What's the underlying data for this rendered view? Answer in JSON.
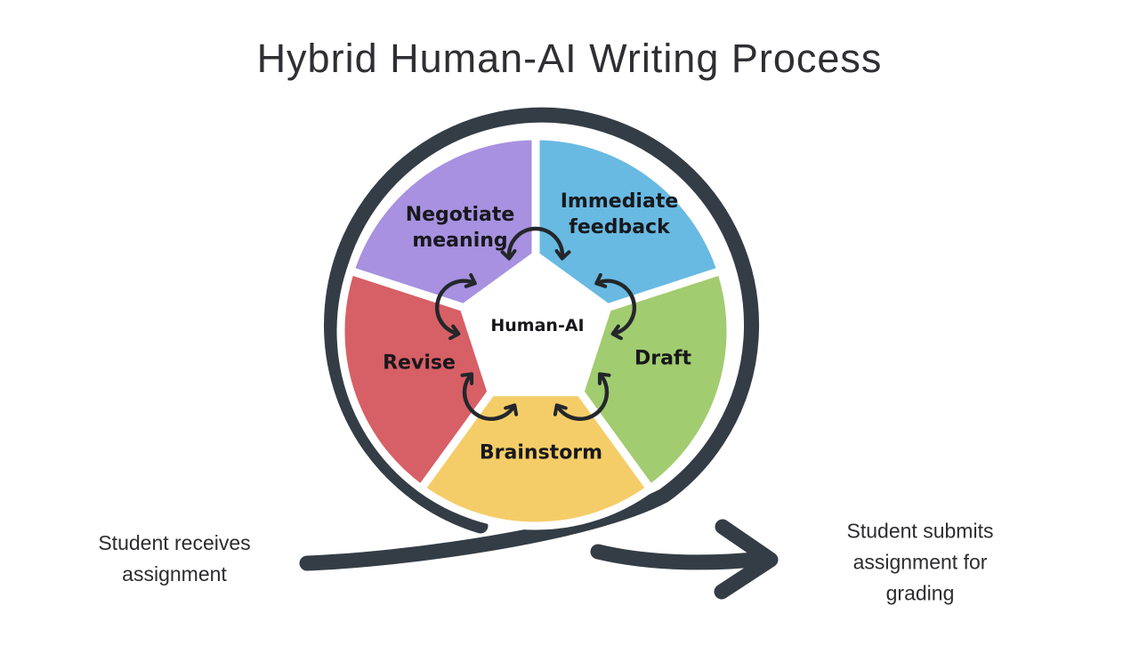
{
  "title": "Hybrid Human-AI Writing Process",
  "diagram": {
    "center_label": "Human-AI",
    "loop_color": "#343d46",
    "inner_arrow_color": "#24272b",
    "separator_color": "#ffffff",
    "segments": [
      {
        "id": "negotiate-meaning",
        "label": "Negotiate\nmeaning",
        "color": "#a791e0"
      },
      {
        "id": "immediate-feedback",
        "label": "Immediate\nfeedback",
        "color": "#68bae2"
      },
      {
        "id": "draft",
        "label": "Draft",
        "color": "#a2cc70"
      },
      {
        "id": "brainstorm",
        "label": "Brainstorm",
        "color": "#f5cd68"
      },
      {
        "id": "revise",
        "label": "Revise",
        "color": "#d75f66"
      }
    ]
  },
  "annotations": {
    "start": "Student receives\nassignment",
    "end": "Student submits\nassignment for\ngrading"
  }
}
